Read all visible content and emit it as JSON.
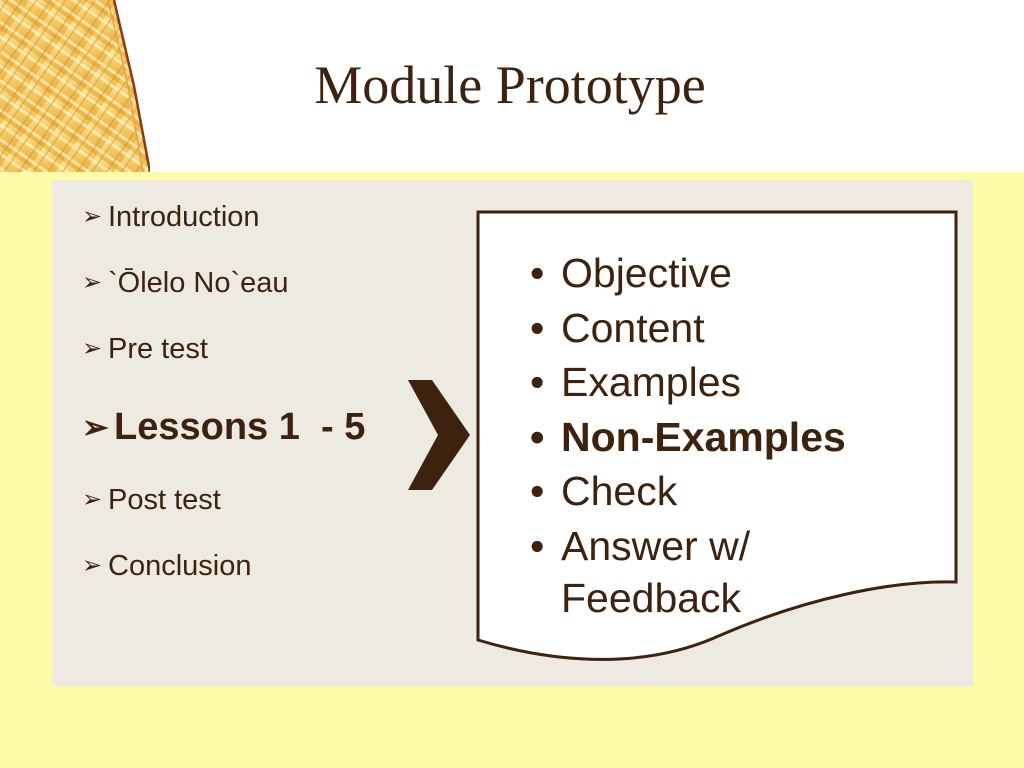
{
  "slide": {
    "title": "Module Prototype",
    "left_list": [
      {
        "label": "Introduction"
      },
      {
        "label": "`Ōlelo No`eau"
      },
      {
        "label": "Pre test"
      },
      {
        "label": "Lessons 1  - 5"
      },
      {
        "label": "Post test"
      },
      {
        "label": "Conclusion"
      }
    ],
    "right_list": [
      {
        "label": "Objective"
      },
      {
        "label": "Content"
      },
      {
        "label": "Examples"
      },
      {
        "label": "Non-Examples"
      },
      {
        "label": "Check"
      },
      {
        "label_line1": "Answer w/",
        "label_line2": "Feedback"
      }
    ],
    "colors": {
      "text": "#3e2210",
      "background": "#fdfca6",
      "panel": "#edeae1",
      "header": "#ffffff"
    },
    "icons": {
      "left_marker": "arrowhead-bullet-icon",
      "connector": "chevron-right-icon",
      "right_marker": "dot-bullet-icon"
    }
  }
}
